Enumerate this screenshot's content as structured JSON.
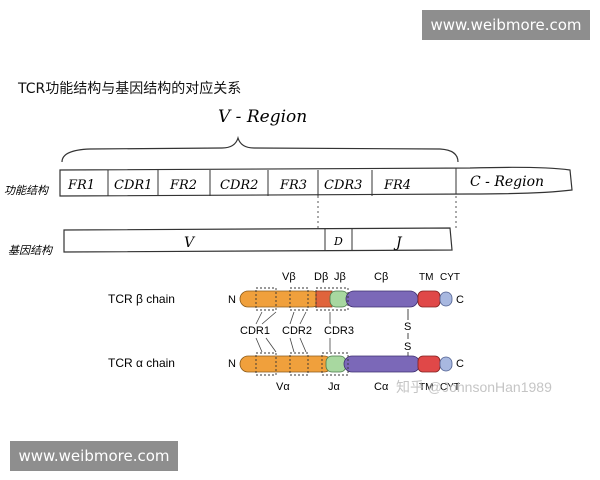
{
  "watermark_top": "www.weibmore.com",
  "watermark_bottom": "www.weibmore.com",
  "title": "TCR功能结构与基因结构的对应关系",
  "sketch": {
    "v_region_label": "V - Region",
    "row1_label": "功能结构",
    "row2_label": "基因结构",
    "func_segments": [
      "FR1",
      "CDR1",
      "FR2",
      "CDR2",
      "FR3",
      "CDR3",
      "FR4"
    ],
    "c_region_label": "C - Region",
    "gene_v": "V",
    "gene_d": "D",
    "gene_j": "J"
  },
  "beta_chain": {
    "label": "TCR β chain",
    "n": "N",
    "c": "C",
    "v": "Vβ",
    "d": "Dβ",
    "j": "Jβ",
    "cb": "Cβ",
    "tm": "TM",
    "cyt": "CYT"
  },
  "cdr_labels": [
    "CDR1",
    "CDR2",
    "CDR3"
  ],
  "disulfide": [
    "S",
    "S"
  ],
  "alpha_chain": {
    "label": "TCR α chain",
    "n": "N",
    "c": "C",
    "v": "Vα",
    "j": "Jα",
    "ca": "Cα",
    "tm": "TM",
    "cyt": "CYT"
  },
  "credit": "知乎 @JohnsonHan1989",
  "colors": {
    "v_segment": "#f0a03c",
    "d_segment": "#e0643c",
    "j_segment": "#a8d8a0",
    "c_segment": "#7b68b8",
    "tm_segment": "#e04848",
    "cyt_segment": "#a8b8e0"
  }
}
